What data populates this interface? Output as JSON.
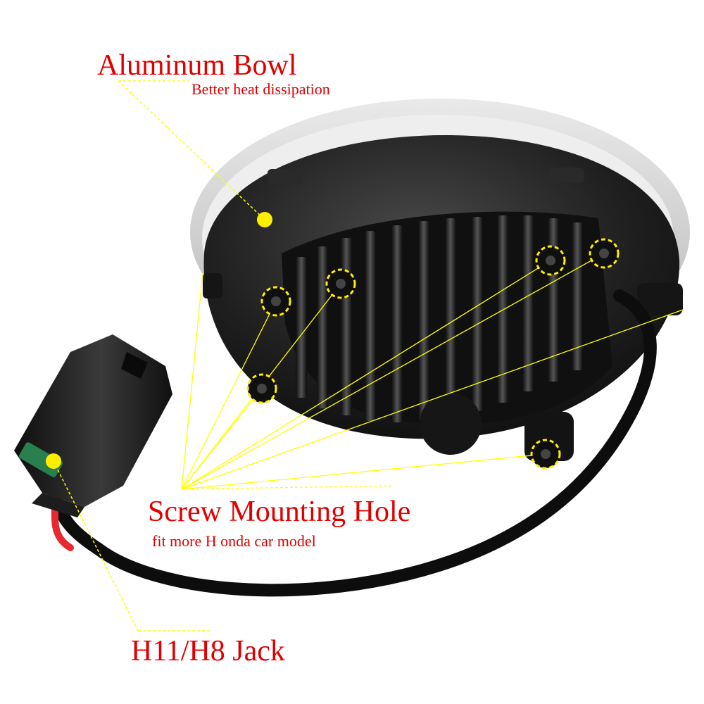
{
  "annotations": {
    "bowl": {
      "title": "Aluminum Bowl",
      "subtitle": "Better heat dissipation"
    },
    "screw": {
      "title": "Screw Mounting Hole",
      "subtitle": "fit more H onda car model"
    },
    "jack": {
      "title": "H11/H8 Jack"
    }
  },
  "colors": {
    "label_text": "#e00000",
    "callout_line": "#ffff00",
    "callout_dot": "#ffee00",
    "housing": "#1b1b1b",
    "cable_red": "#e8292f"
  }
}
